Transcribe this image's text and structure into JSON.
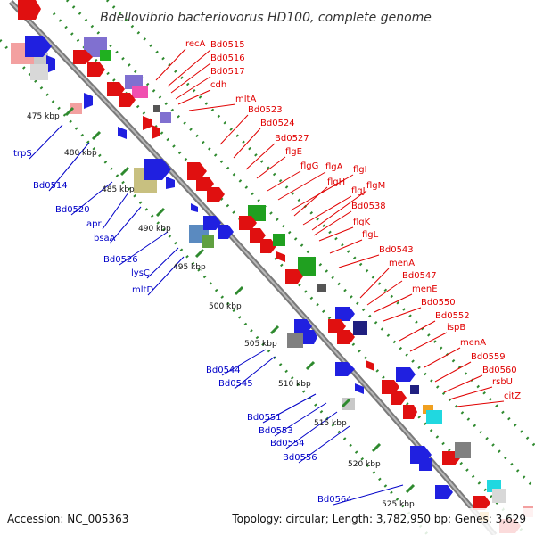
{
  "title": "Bdellovibrio bacteriovorus HD100, complete genome",
  "footer": {
    "accession": "Accession: NC_005363",
    "summary": "Topology: circular; Length: 3,782,950 bp; Genes: 3,629"
  },
  "colors": {
    "backbone": "#909090",
    "ticks": "#2f8a2f",
    "forward_label": "#e00000",
    "reverse_label": "#0000c8"
  },
  "scale_ticks": [
    "475 kbp",
    "480 kbp",
    "485 kbp",
    "490 kbp",
    "495 kbp",
    "500 kbp",
    "505 kbp",
    "510 kbp",
    "515 kbp",
    "520 kbp",
    "525 kbp"
  ],
  "forward_genes": [
    "recA",
    "Bd0515",
    "Bd0516",
    "Bd0517",
    "cdh",
    "mltA",
    "Bd0523",
    "Bd0524",
    "Bd0527",
    "flgE",
    "flgG",
    "flgA",
    "flgI",
    "flgH",
    "flgJ",
    "flgM",
    "Bd0538",
    "flgK",
    "flgL",
    "Bd0543",
    "menA",
    "Bd0547",
    "menE",
    "Bd0550",
    "Bd0552",
    "ispB",
    "menA",
    "Bd0559",
    "Bd0560",
    "rsbU",
    "citZ"
  ],
  "reverse_genes": [
    "trpS",
    "Bd0514",
    "Bd0520",
    "apr",
    "bsaA",
    "Bd0526",
    "lysC",
    "mltD",
    "Bd0544",
    "Bd0545",
    "Bd0551",
    "Bd0553",
    "Bd0554",
    "Bd0556",
    "Bd0564"
  ]
}
